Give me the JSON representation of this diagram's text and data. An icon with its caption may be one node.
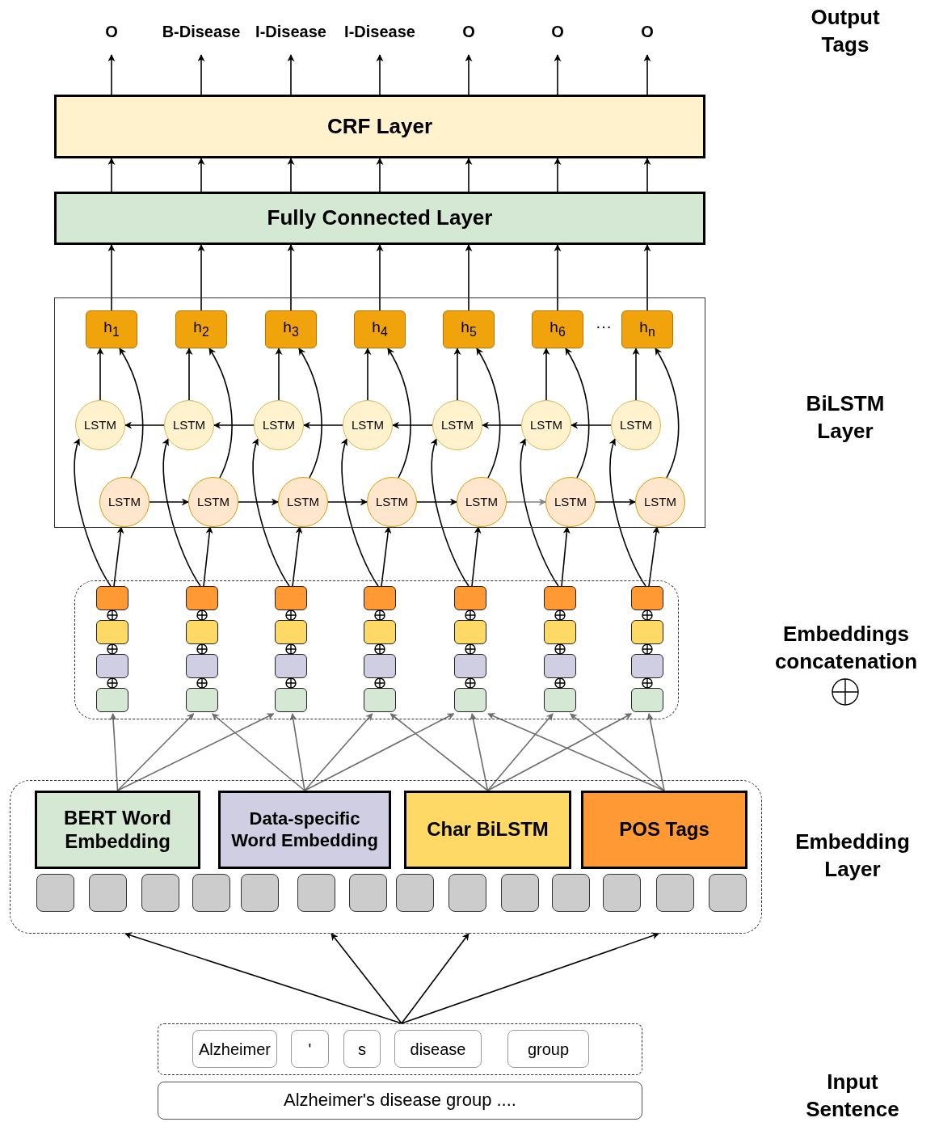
{
  "diagram": {
    "nodes": [
      {
        "text": [
          "O"
        ]
      },
      {
        "text": [
          "B-Disease"
        ]
      },
      {
        "text": [
          "I-Disease"
        ]
      },
      {
        "text": [
          "I-Disease"
        ]
      },
      {
        "text": [
          "O"
        ]
      },
      {
        "text": [
          "O"
        ]
      },
      {
        "text": [
          "O"
        ]
      },
      {
        "text": [
          "CRF Layer"
        ]
      },
      {
        "text": [
          "Fully Connected Layer"
        ]
      },
      {
        "text": [],
        "shape": "box"
      },
      {
        "text": [
          "h$_{1}$"
        ],
        "in": 9
      },
      {
        "text": [
          "h$_{2}$"
        ],
        "in": 9
      },
      {
        "text": [
          "h$_{3}$"
        ],
        "in": 9
      },
      {
        "text": [
          "h$_{4}$"
        ],
        "in": 9
      },
      {
        "text": [
          "h$_{5}$"
        ],
        "in": 9
      },
      {
        "text": [
          "h$_{6}$"
        ],
        "in": 9
      },
      {
        "text": [
          "h$_{n}$"
        ],
        "in": 9
      },
      {
        "text": [
          "LSTM"
        ],
        "in": 9
      },
      {
        "text": [
          "LSTM"
        ],
        "in": 9
      },
      {
        "text": [
          "LSTM"
        ],
        "in": 9
      },
      {
        "text": [
          "LSTM"
        ],
        "in": 9
      },
      {
        "text": [
          "LSTM"
        ],
        "in": 9
      },
      {
        "text": [
          "LSTM"
        ],
        "in": 9
      },
      {
        "text": [
          "LSTM"
        ],
        "in": 9
      },
      {
        "text": [
          "LSTM"
        ],
        "in": 9
      },
      {
        "text": [
          "LSTM"
        ],
        "in": 9
      },
      {
        "text": [
          "LSTM"
        ],
        "in": 9
      },
      {
        "text": [
          "LSTM"
        ],
        "in": 9
      },
      {
        "text": [
          "LSTM"
        ],
        "in": 9
      },
      {
        "text": [
          "LSTM"
        ],
        "in": 9
      },
      {
        "text": [
          "LSTM"
        ],
        "in": 9
      },
      {
        "text": [],
        "shape": "box"
      },
      {
        "text": [],
        "shape": "box",
        "in": 31
      },
      {
        "text": [],
        "shape": "box",
        "in": 31
      },
      {
        "text": [],
        "shape": "box",
        "in": 31
      },
      {
        "text": [],
        "shape": "box",
        "in": 31
      },
      {
        "text": [],
        "shape": "box",
        "in": 31
      },
      {
        "text": [],
        "shape": "box",
        "in": 31
      },
      {
        "text": [],
        "shape": "box",
        "in": 31
      },
      {
        "text": [],
        "shape": "box",
        "in": 31
      },
      {
        "text": [],
        "shape": "box",
        "in": 31
      },
      {
        "text": [],
        "shape": "box",
        "in": 31
      },
      {
        "text": [],
        "shape": "box",
        "in": 31
      },
      {
        "text": [],
        "shape": "box",
        "in": 31
      },
      {
        "text": [],
        "shape": "box",
        "in": 31
      },
      {
        "text": [],
        "shape": "box",
        "in": 31
      },
      {
        "text": [],
        "shape": "box",
        "in": 31
      },
      {
        "text": [],
        "shape": "box",
        "in": 31
      },
      {
        "text": [],
        "shape": "box",
        "in": 31
      },
      {
        "text": [],
        "shape": "box",
        "in": 31
      },
      {
        "text": [],
        "shape": "box",
        "in": 31
      },
      {
        "text": [],
        "shape": "box",
        "in": 31
      },
      {
        "text": [],
        "shape": "box",
        "in": 31
      },
      {
        "text": [],
        "shape": "box",
        "in": 31
      },
      {
        "text": [],
        "shape": "box",
        "in": 31
      },
      {
        "text": [],
        "shape": "box",
        "in": 31
      },
      {
        "text": [],
        "shape": "box",
        "in": 31
      },
      {
        "text": [],
        "shape": "box",
        "in": 31
      },
      {
        "text": [],
        "shape": "box",
        "in": 31
      },
      {
        "text": [],
        "shape": "box",
        "in": 31
      },
      {
        "text": [],
        "shape": "box"
      },
      {
        "text": [
          "BERT Word Embedding"
        ],
        "in": 60
      },
      {
        "text": [
          "Data-specific Word Embedding"
        ],
        "in": 60
      },
      {
        "text": [
          "Char BiLSTM"
        ],
        "in": 60
      },
      {
        "text": [
          "POS Tags"
        ],
        "in": 60
      },
      {
        "text": [],
        "shape": "box",
        "in": 60
      },
      {
        "text": [],
        "shape": "box",
        "in": 60
      },
      {
        "text": [],
        "shape": "box",
        "in": 60
      },
      {
        "text": [],
        "shape": "box",
        "in": 60
      },
      {
        "text": [],
        "shape": "box",
        "in": 60
      },
      {
        "text": [],
        "shape": "box",
        "in": 60
      },
      {
        "text": [],
        "shape": "box",
        "in": 60
      },
      {
        "text": [],
        "shape": "box",
        "in": 60
      },
      {
        "text": [],
        "shape": "box",
        "in": 60
      },
      {
        "text": [],
        "shape": "box",
        "in": 60
      },
      {
        "text": [],
        "shape": "box",
        "in": 60
      },
      {
        "text": [],
        "shape": "box",
        "in": 60
      },
      {
        "text": [],
        "shape": "box",
        "in": 60
      },
      {
        "text": [],
        "shape": "box",
        "in": 60
      },
      {
        "text": [],
        "shape": "box"
      },
      {
        "text": [
          "Alzheimer"
        ],
        "in": 79
      },
      {
        "text": [
          "'"
        ],
        "in": 79
      },
      {
        "text": [
          "s"
        ],
        "in": 79
      },
      {
        "text": [
          "disease"
        ],
        "in": 79
      },
      {
        "text": [
          "group"
        ],
        "in": 79
      },
      {
        "text": [
          "Alzheimer's disease group ...."
        ]
      }
    ],
    "edges": [
      {
        "from": 7,
        "to": 0,
        "arrow": "to"
      },
      {
        "from": 7,
        "to": 1,
        "arrow": "to"
      },
      {
        "from": 7,
        "to": 2,
        "arrow": "to"
      },
      {
        "from": 7,
        "to": 3,
        "arrow": "to"
      },
      {
        "from": 7,
        "to": 4,
        "arrow": "to"
      },
      {
        "from": 7,
        "to": 5,
        "arrow": "to"
      },
      {
        "from": 7,
        "to": 6,
        "arrow": "to"
      },
      {
        "from": 8,
        "to": 7,
        "arrow": "to"
      },
      {
        "from": 8,
        "to": 7,
        "arrow": "to"
      },
      {
        "from": 8,
        "to": 7,
        "arrow": "to"
      },
      {
        "from": 8,
        "to": 7,
        "arrow": "to"
      },
      {
        "from": 8,
        "to": 7,
        "arrow": "to"
      },
      {
        "from": 8,
        "to": 7,
        "arrow": "to"
      },
      {
        "from": 8,
        "to": 7,
        "arrow": "to"
      },
      {
        "from": 10,
        "to": 8,
        "arrow": "to"
      },
      {
        "from": 11,
        "to": 8,
        "arrow": "to"
      },
      {
        "from": 12,
        "to": 8,
        "arrow": "to"
      },
      {
        "from": 13,
        "to": 8,
        "arrow": "to"
      },
      {
        "from": 14,
        "to": 8,
        "arrow": "to"
      },
      {
        "from": 15,
        "to": 8,
        "arrow": "to"
      },
      {
        "from": 16,
        "to": 8,
        "arrow": "to"
      },
      {
        "from": 17,
        "to": 10,
        "arrow": "to"
      },
      {
        "from": 18,
        "to": 11,
        "arrow": "to"
      },
      {
        "from": 19,
        "to": 12,
        "arrow": "to"
      },
      {
        "from": 20,
        "to": 13,
        "arrow": "to"
      },
      {
        "from": 21,
        "to": 14,
        "arrow": "to"
      },
      {
        "from": 22,
        "to": 15,
        "arrow": "to"
      },
      {
        "from": 23,
        "to": 16,
        "arrow": "to"
      },
      {
        "from": 24,
        "to": 10,
        "arrow": "to"
      },
      {
        "from": 25,
        "to": 11,
        "arrow": "to"
      },
      {
        "from": 26,
        "to": 12,
        "arrow": "to"
      },
      {
        "from": 27,
        "to": 13,
        "arrow": "to"
      },
      {
        "from": 28,
        "to": 14,
        "arrow": "to"
      },
      {
        "from": 29,
        "to": 15,
        "arrow": "to"
      },
      {
        "from": 30,
        "to": 16,
        "arrow": "to"
      },
      {
        "from": 18,
        "to": 17,
        "arrow": "to"
      },
      {
        "from": 19,
        "to": 18,
        "arrow": "to"
      },
      {
        "from": 20,
        "to": 19,
        "arrow": "to"
      },
      {
        "from": 21,
        "to": 20,
        "arrow": "to"
      },
      {
        "from": 22,
        "to": 21,
        "arrow": "to"
      },
      {
        "from": 23,
        "to": 22,
        "arrow": "to"
      },
      {
        "from": 24,
        "to": 25,
        "arrow": "to"
      },
      {
        "from": 25,
        "to": 26,
        "arrow": "to"
      },
      {
        "from": 26,
        "to": 27,
        "arrow": "to"
      },
      {
        "from": 27,
        "to": 28,
        "arrow": "to"
      },
      {
        "from": 28,
        "to": 29,
        "arrow": "to",
        "color": "#808080"
      },
      {
        "from": 29,
        "to": 30,
        "arrow": "to"
      },
      {
        "from": 32,
        "to": 17,
        "arrow": "to"
      },
      {
        "from": 36,
        "to": 18,
        "arrow": "to"
      },
      {
        "from": 40,
        "to": 19,
        "arrow": "to"
      },
      {
        "from": 44,
        "to": 20,
        "arrow": "to"
      },
      {
        "from": 48,
        "to": 21,
        "arrow": "to"
      },
      {
        "from": 52,
        "to": 22,
        "arrow": "to"
      },
      {
        "from": 56,
        "to": 23,
        "arrow": "to"
      },
      {
        "from": 32,
        "to": 24,
        "arrow": "to"
      },
      {
        "from": 36,
        "to": 25,
        "arrow": "to"
      },
      {
        "from": 40,
        "to": 26,
        "arrow": "to"
      },
      {
        "from": 44,
        "to": 27,
        "arrow": "to"
      },
      {
        "from": 48,
        "to": 28,
        "arrow": "to"
      },
      {
        "from": 52,
        "to": 29,
        "arrow": "to"
      },
      {
        "from": 56,
        "to": 30,
        "arrow": "to"
      },
      {
        "from": 61,
        "to": 35,
        "arrow": "to",
        "color": "#6e6e6e"
      },
      {
        "from": 61,
        "to": 39,
        "arrow": "to",
        "color": "#6e6e6e"
      },
      {
        "from": 61,
        "to": 43,
        "arrow": "to",
        "color": "#6e6e6e"
      },
      {
        "from": 62,
        "to": 39,
        "arrow": "to",
        "color": "#6e6e6e"
      },
      {
        "from": 62,
        "to": 43,
        "arrow": "to",
        "color": "#6e6e6e"
      },
      {
        "from": 62,
        "to": 47,
        "arrow": "to",
        "color": "#6e6e6e"
      },
      {
        "from": 62,
        "to": 51,
        "arrow": "to",
        "color": "#6e6e6e"
      },
      {
        "from": 63,
        "to": 47,
        "arrow": "to",
        "color": "#6e6e6e"
      },
      {
        "from": 63,
        "to": 51,
        "arrow": "to",
        "color": "#6e6e6e"
      },
      {
        "from": 63,
        "to": 55,
        "arrow": "to",
        "color": "#6e6e6e"
      },
      {
        "from": 63,
        "to": 59,
        "arrow": "to",
        "color": "#6e6e6e"
      },
      {
        "from": 64,
        "to": 51,
        "arrow": "to",
        "color": "#6e6e6e"
      },
      {
        "from": 64,
        "to": 55,
        "arrow": "to",
        "color": "#6e6e6e"
      },
      {
        "from": 64,
        "to": 59,
        "arrow": "to",
        "color": "#6e6e6e"
      },
      {
        "from": 79,
        "to": 60,
        "arrow": "to"
      },
      {
        "from": 79,
        "to": 60,
        "arrow": "to"
      },
      {
        "from": 79,
        "to": 60,
        "arrow": "to"
      },
      {
        "from": 79,
        "to": 60,
        "arrow": "to"
      }
    ],
    "labels": [
      "Output Tags",
      "···",
      "BiLSTM Layer",
      "Embeddings concatenation",
      "Embedding Layer",
      "Input Sentence"
    ]
  }
}
